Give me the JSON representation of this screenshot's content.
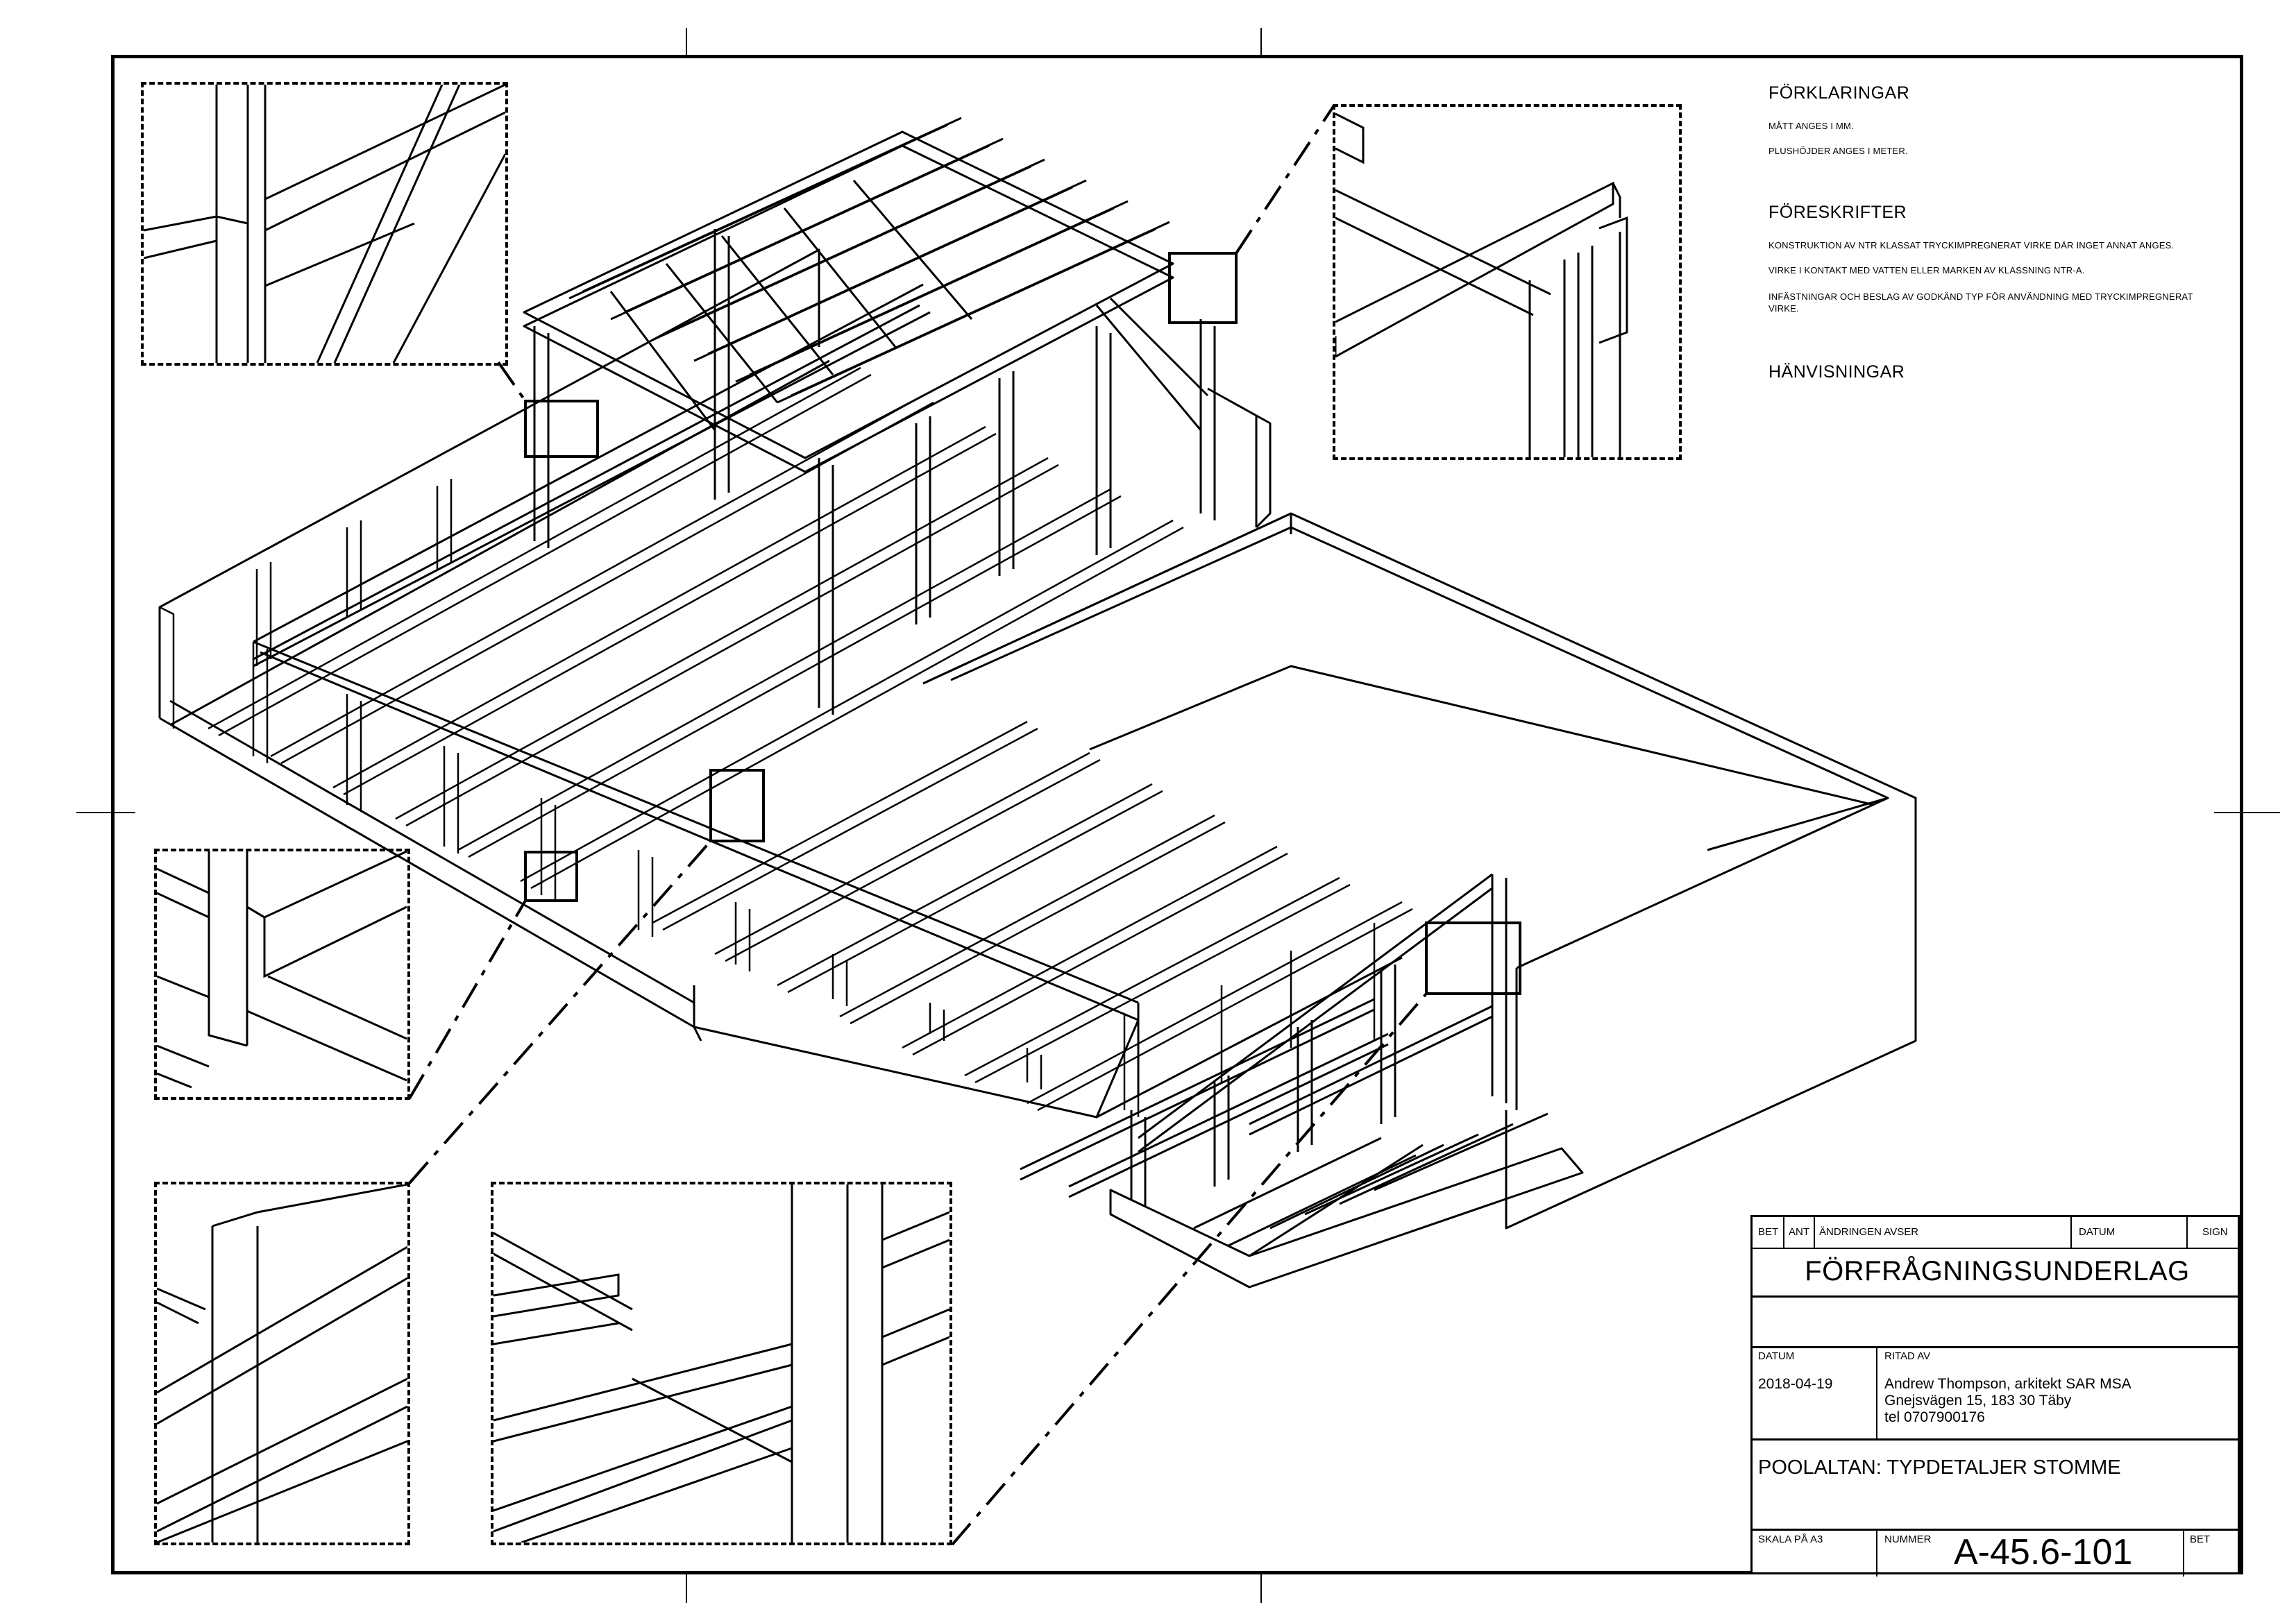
{
  "notes": {
    "legend_heading": "FÖRKLARINGAR",
    "legend_lines": [
      "MÅTT ANGES I MM.",
      "PLUSHÖJDER ANGES I METER."
    ],
    "regulations_heading": "FÖRESKRIFTER",
    "regulations_lines": [
      "KONSTRUKTION AV NTR KLASSAT TRYCKIMPREGNERAT VIRKE DÄR INGET ANNAT ANGES.",
      "VIRKE I KONTAKT MED VATTEN ELLER MARKEN AV KLASSNING NTR-A.",
      "INFÄSTNINGAR OCH BESLAG AV GODKÄND TYP FÖR ANVÄNDNING MED TRYCKIMPREGNERAT",
      "VIRKE."
    ],
    "references_heading": "HÄNVISNINGAR"
  },
  "title_block": {
    "revision_headers": {
      "bet": "BET",
      "ant": "ANT",
      "change": "ÄNDRINGEN AVSER",
      "date": "DATUM",
      "sign": "SIGN"
    },
    "document_status": "FÖRFRÅGNINGSUNDERLAG",
    "date_label": "DATUM",
    "date_value": "2018-04-19",
    "drawn_by_label": "RITAD AV",
    "drawn_by_lines": [
      "Andrew Thompson, arkitekt SAR MSA",
      "Gnejsvägen 15, 183 30 Täby",
      "tel 0707900176"
    ],
    "project_title": "POOLALTAN: TYPDETALJER STOMME",
    "scale_label": "SKALA PÅ A3",
    "number_label": "NUMMER",
    "drawing_number": "A-45.6-101",
    "bet_label": "BET"
  }
}
